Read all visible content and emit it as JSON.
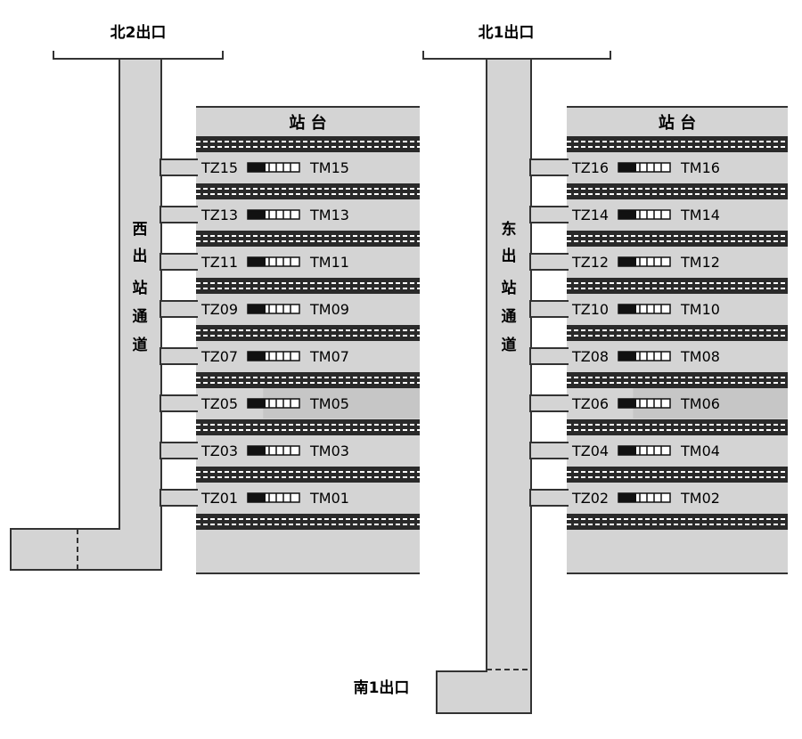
{
  "exits": {
    "north2": "北2出口",
    "north1": "北1出口",
    "south1": "南1出口"
  },
  "corridors": {
    "west": [
      "西",
      "出",
      "站",
      "通",
      "道"
    ],
    "east": [
      "东",
      "出",
      "站",
      "通",
      "道"
    ]
  },
  "platforms": {
    "west": {
      "title": "站  台",
      "rows": [
        {
          "tz": "TZ15",
          "tm": "TM15",
          "highlight": false
        },
        {
          "tz": "TZ13",
          "tm": "TM13",
          "highlight": false
        },
        {
          "tz": "TZ11",
          "tm": "TM11",
          "highlight": false
        },
        {
          "tz": "TZ09",
          "tm": "TM09",
          "highlight": false
        },
        {
          "tz": "TZ07",
          "tm": "TM07",
          "highlight": false
        },
        {
          "tz": "TZ05",
          "tm": "TM05",
          "highlight": true
        },
        {
          "tz": "TZ03",
          "tm": "TM03",
          "highlight": false
        },
        {
          "tz": "TZ01",
          "tm": "TM01",
          "highlight": false
        }
      ]
    },
    "east": {
      "title": "站  台",
      "rows": [
        {
          "tz": "TZ16",
          "tm": "TM16",
          "highlight": false
        },
        {
          "tz": "TZ14",
          "tm": "TM14",
          "highlight": false
        },
        {
          "tz": "TZ12",
          "tm": "TM12",
          "highlight": false
        },
        {
          "tz": "TZ10",
          "tm": "TM10",
          "highlight": false
        },
        {
          "tz": "TZ08",
          "tm": "TM08",
          "highlight": false
        },
        {
          "tz": "TZ06",
          "tm": "TM06",
          "highlight": true
        },
        {
          "tz": "TZ04",
          "tm": "TM04",
          "highlight": false
        },
        {
          "tz": "TZ02",
          "tm": "TM02",
          "highlight": false
        }
      ]
    }
  },
  "colors": {
    "fill": "#d4d4d4",
    "fill_highlight": "#c6c6c6",
    "stroke": "#333333",
    "track_dash": "#ffffff"
  }
}
